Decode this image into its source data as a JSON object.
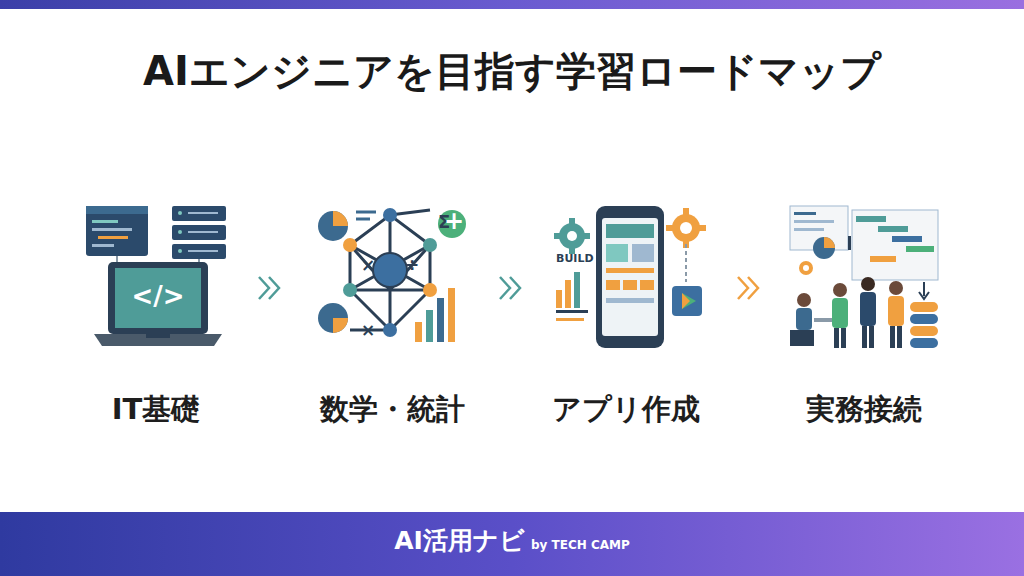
{
  "diagram": {
    "title": "AIエンジニアを目指す学習ロードマップ",
    "nodes": [
      {
        "text": [
          "IT基礎"
        ]
      },
      {
        "text": [
          "数学・統計"
        ]
      },
      {
        "text": [
          "アプリ作成"
        ]
      },
      {
        "text": [
          "実務接続"
        ]
      }
    ],
    "edges": [
      {
        "from": 0,
        "to": 1,
        "arrow": "to"
      },
      {
        "from": 1,
        "to": 2,
        "arrow": "to"
      },
      {
        "from": 2,
        "to": 3,
        "arrow": "to"
      }
    ],
    "labels": [
      "</>",
      "Σ",
      "+",
      "×",
      "÷",
      "×",
      "BUILD",
      "AI活用ナビ",
      "by TECH CAMP"
    ]
  }
}
